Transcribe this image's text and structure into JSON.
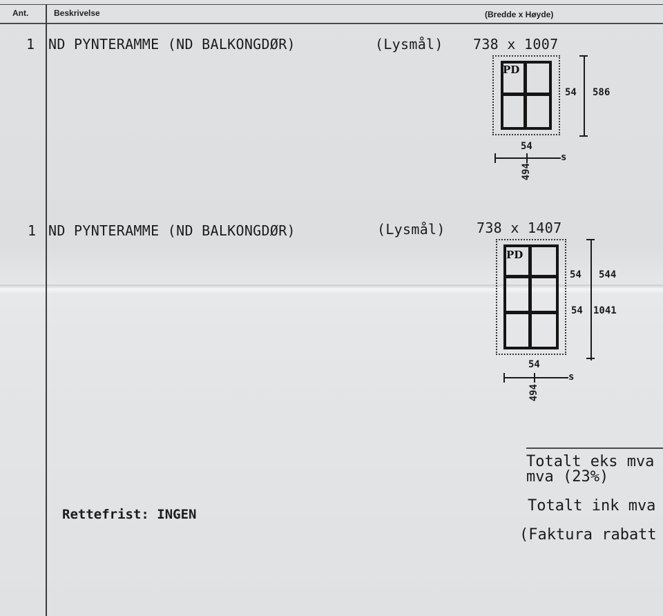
{
  "header": {
    "col_ant": "Ant.",
    "col_beskrivelse": "Beskrivelse",
    "col_size": "(Bredde x Høyde)"
  },
  "items": [
    {
      "qty": "1",
      "description": "ND PYNTERAMME (ND BALKONGDØR)",
      "note": "(Lysmål)",
      "size": "738 x 1007",
      "drawing": {
        "label": "PD",
        "dim_side_a": "54",
        "dim_side_b": "586",
        "dim_bottom": "54",
        "dim_vertical": "494",
        "end_mark": "s"
      }
    },
    {
      "qty": "1",
      "description": "ND PYNTERAMME (ND BALKONGDØR)",
      "note": "(Lysmål)",
      "size": "738 x 1407",
      "drawing": {
        "label": "PD",
        "dim_side_a1": "54",
        "dim_side_b1": "544",
        "dim_side_a2": "54",
        "dim_side_b2": "1041",
        "dim_bottom": "54",
        "dim_vertical": "494",
        "end_mark": "s"
      }
    }
  ],
  "footer": {
    "rettefrist": "Rettefrist: INGEN",
    "total_ex": "Totalt eks mva",
    "mva": "mva (23%)",
    "total_inc": "Totalt ink mva",
    "invoice_note": "(Faktura rabatt"
  }
}
